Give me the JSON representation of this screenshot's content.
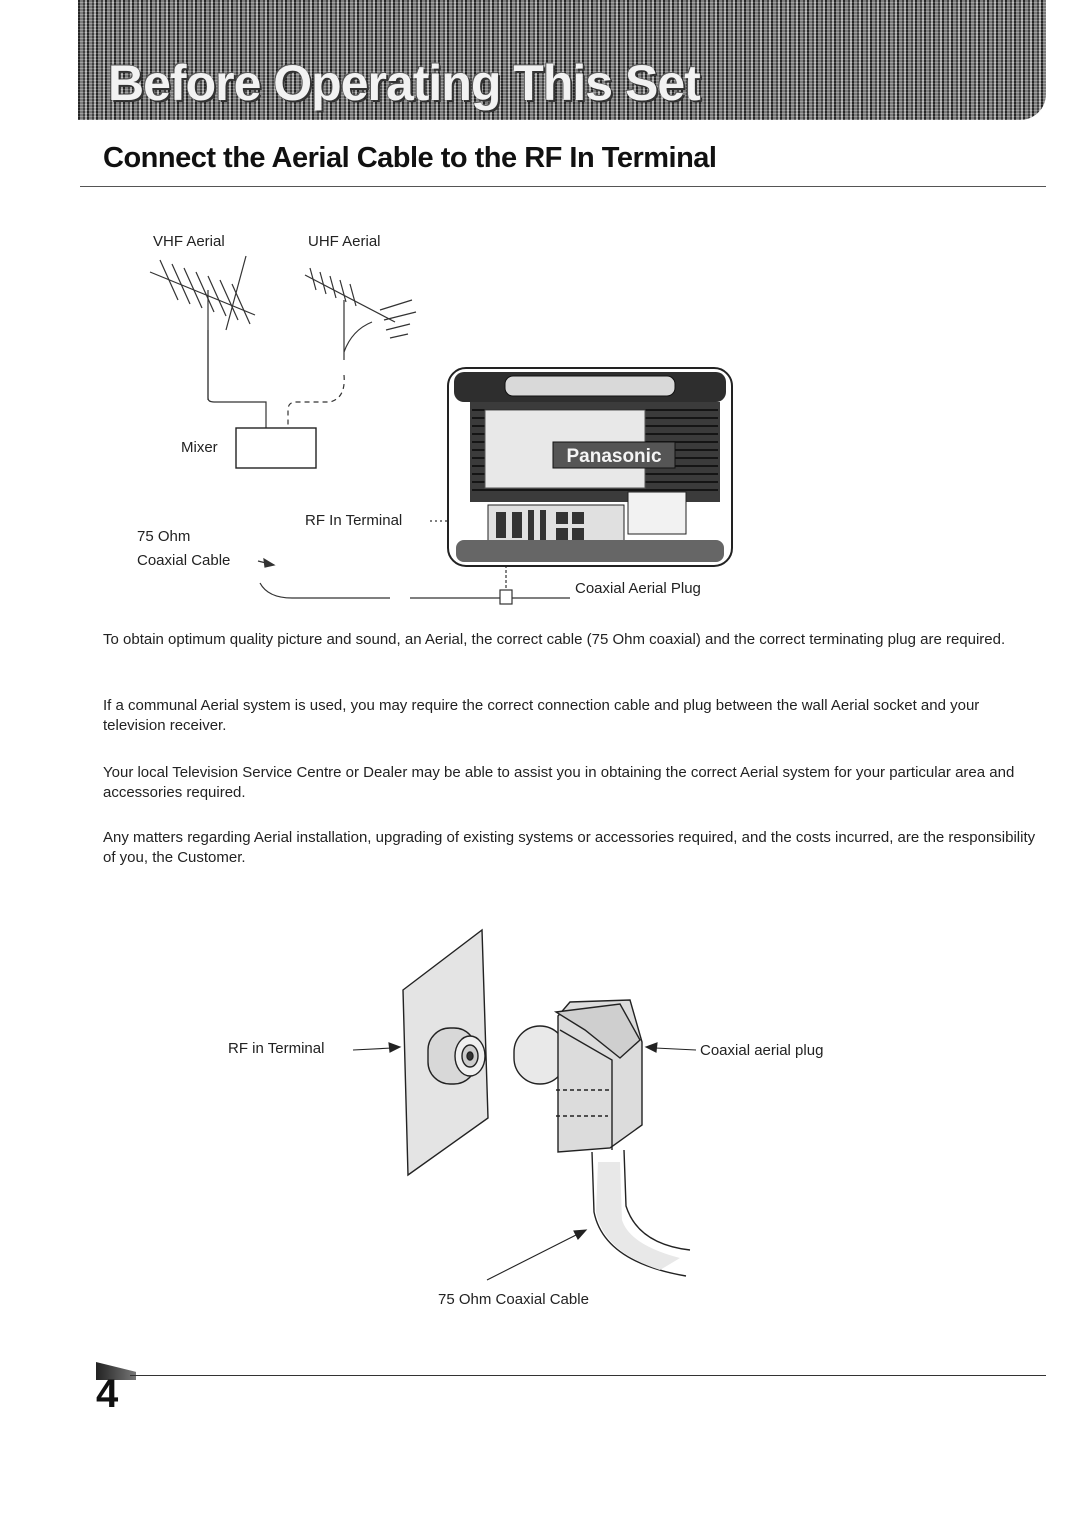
{
  "header": {
    "banner_title": "Before Operating This Set",
    "section_title": "Connect the Aerial Cable to the RF In Terminal"
  },
  "top_diagram": {
    "vhf_label": "VHF Aerial",
    "uhf_label": "UHF Aerial",
    "mixer_label": "Mixer",
    "rf_terminal_label": "RF In Terminal",
    "cable_label_line1": "75 Ohm",
    "cable_label_line2": "Coaxial Cable",
    "plug_label": "Coaxial Aerial Plug",
    "brand_logo": "Panasonic"
  },
  "body": {
    "paragraph_1": "To obtain optimum quality picture and sound, an Aerial, the correct cable (75 Ohm coaxial) and the correct terminating plug are required.",
    "paragraph_2": "If a communal Aerial system is used, you may require the correct connection cable and plug between the wall Aerial socket and your television receiver.",
    "paragraph_3": "Your local Television Service Centre or Dealer may be able to assist you in obtaining the correct Aerial system for your particular area and accessories required.",
    "paragraph_4": "Any matters regarding Aerial installation, upgrading of existing systems or accessories required, and the costs incurred, are the responsibility of you, the Customer."
  },
  "bottom_diagram": {
    "rf_terminal_label": "RF in Terminal",
    "plug_label": "Coaxial aerial plug",
    "cable_label": "75 Ohm Coaxial Cable"
  },
  "footer": {
    "page_number": "4"
  }
}
